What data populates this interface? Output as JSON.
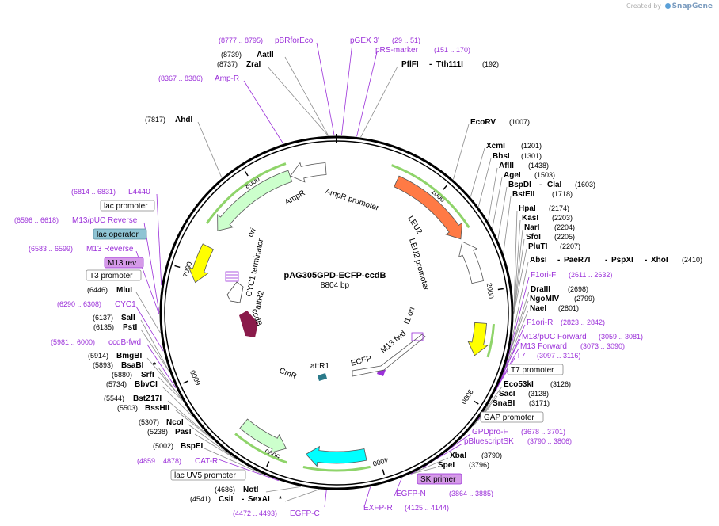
{
  "branding": {
    "created_by": "Created by",
    "logo": "SnapGene"
  },
  "plasmid": {
    "name": "pAG305GPD-ECFP-ccdB",
    "size_label": "8804 bp",
    "length": 8804
  },
  "ticks": [
    {
      "bp": 1000,
      "label": "1000"
    },
    {
      "bp": 2000,
      "label": "2000"
    },
    {
      "bp": 3000,
      "label": "3000"
    },
    {
      "bp": 4000,
      "label": "4000"
    },
    {
      "bp": 5000,
      "label": "5000"
    },
    {
      "bp": 6000,
      "label": "6000"
    },
    {
      "bp": 7000,
      "label": "7000"
    },
    {
      "bp": 8000,
      "label": "8000"
    }
  ],
  "features": [
    {
      "name": "AmpR promoter",
      "start": 8350,
      "end": 8700,
      "dir": -1,
      "color": "#ffffff"
    },
    {
      "name": "AmpR",
      "start": 7450,
      "end": 8345,
      "dir": -1,
      "color": "#ccffcc"
    },
    {
      "name": "ori",
      "start": 6900,
      "end": 7270,
      "dir": -1,
      "color": "#ffff00"
    },
    {
      "name": "LEU2",
      "start": 600,
      "end": 1450,
      "dir": 1,
      "color": "#ff7a45"
    },
    {
      "name": "LEU2 promoter",
      "start": 1480,
      "end": 1900,
      "dir": -1,
      "color": "#ffffff"
    },
    {
      "name": "f1 ori",
      "start": 2300,
      "end": 2620,
      "dir": 1,
      "color": "#ffff00"
    },
    {
      "name": "ECFP",
      "start": 4120,
      "end": 4700,
      "dir": 1,
      "color": "#00ffff"
    },
    {
      "name": "CmR",
      "start": 4900,
      "end": 5380,
      "dir": -1,
      "color": "#ccffcc"
    }
  ],
  "inner_features": [
    {
      "name": "attR1"
    },
    {
      "name": "ccdB"
    },
    {
      "name": "attR2"
    },
    {
      "name": "CYC1 terminator"
    },
    {
      "name": "M13 fwd"
    }
  ],
  "sites": [
    {
      "name": "AatII",
      "pos": "(8739)"
    },
    {
      "name": "ZraI",
      "pos": "(8737)"
    },
    {
      "name": "PflFI",
      "name2": "Tth111I",
      "pos": "(192)"
    },
    {
      "name": "AhdI",
      "pos": "(7817)"
    },
    {
      "name": "EcoRV",
      "pos": "(1007)"
    },
    {
      "name": "XcmI",
      "pos": "(1201)"
    },
    {
      "name": "BbsI",
      "pos": "(1301)"
    },
    {
      "name": "AflII",
      "pos": "(1438)"
    },
    {
      "name": "AgeI",
      "pos": "(1503)"
    },
    {
      "name": "BspDI",
      "name2": "ClaI",
      "pos": "(1603)"
    },
    {
      "name": "BstEII",
      "pos": "(1718)"
    },
    {
      "name": "HpaI",
      "pos": "(2174)"
    },
    {
      "name": "KasI",
      "pos": "(2203)"
    },
    {
      "name": "NarI",
      "pos": "(2204)"
    },
    {
      "name": "SfoI",
      "pos": "(2205)"
    },
    {
      "name": "PluTI",
      "pos": "(2207)"
    },
    {
      "name": "AbsI",
      "name2": "PaeR7I",
      "name3": "PspXI",
      "name4": "XhoI",
      "pos": "(2410)"
    },
    {
      "name": "DraIII",
      "pos": "(2698)"
    },
    {
      "name": "NgoMIV",
      "pos": "(2799)"
    },
    {
      "name": "NaeI",
      "pos": "(2801)"
    },
    {
      "name": "Eco53kI",
      "pos": "(3126)"
    },
    {
      "name": "SacI",
      "pos": "(3128)"
    },
    {
      "name": "SnaBI",
      "pos": "(3171)"
    },
    {
      "name": "XbaI",
      "pos": "(3790)"
    },
    {
      "name": "SpeI",
      "pos": "(3796)"
    },
    {
      "name": "NotI",
      "pos": "(4686)"
    },
    {
      "name": "CsiI",
      "name2": "SexAI",
      "star": "*",
      "pos": "(4541)"
    },
    {
      "name": "BspEI",
      "pos": "(5002)"
    },
    {
      "name": "PasI",
      "pos": "(5238)"
    },
    {
      "name": "NcoI",
      "pos": "(5307)"
    },
    {
      "name": "BssHII",
      "pos": "(5503)"
    },
    {
      "name": "BstZ17I",
      "pos": "(5544)"
    },
    {
      "name": "BbvCI",
      "pos": "(5734)"
    },
    {
      "name": "SrfI",
      "pos": "(5880)"
    },
    {
      "name": "BsaBI",
      "star": "*",
      "pos": "(5893)"
    },
    {
      "name": "BmgBI",
      "pos": "(5914)"
    },
    {
      "name": "PstI",
      "pos": "(6135)"
    },
    {
      "name": "SalI",
      "pos": "(6137)"
    },
    {
      "name": "MluI",
      "pos": "(6446)"
    }
  ],
  "primers": [
    {
      "name": "pBRforEco",
      "range": "(8777 .. 8795)"
    },
    {
      "name": "pGEX 3'",
      "range": "(29 .. 51)"
    },
    {
      "name": "pRS-marker",
      "range": "(151 .. 170)"
    },
    {
      "name": "Amp-R",
      "range": "(8367 .. 8386)"
    },
    {
      "name": "L4440",
      "range": "(6814 .. 6831)"
    },
    {
      "name": "M13/pUC Reverse",
      "range": "(6596 .. 6618)"
    },
    {
      "name": "M13 Reverse",
      "range": "(6583 .. 6599)"
    },
    {
      "name": "CYC1",
      "range": "(6290 .. 6308)"
    },
    {
      "name": "ccdB-fwd",
      "range": "(5981 .. 6000)"
    },
    {
      "name": "F1ori-F",
      "range": "(2611 .. 2632)"
    },
    {
      "name": "F1ori-R",
      "range": "(2823 .. 2842)"
    },
    {
      "name": "M13/pUC Forward",
      "range": "(3059 .. 3081)"
    },
    {
      "name": "M13 Forward",
      "range": "(3073 .. 3090)"
    },
    {
      "name": "T7",
      "range": "(3097 .. 3116)"
    },
    {
      "name": "GPDpro-F",
      "range": "(3678 .. 3701)"
    },
    {
      "name": "pBluescriptSK",
      "range": "(3790 .. 3806)"
    },
    {
      "name": "EGFP-N",
      "range": "(3864 .. 3885)"
    },
    {
      "name": "EXFP-R",
      "range": "(4125 .. 4144)"
    },
    {
      "name": "EGFP-C",
      "range": "(4472 .. 4493)"
    },
    {
      "name": "CAT-R",
      "range": "(4859 .. 4878)"
    }
  ],
  "boxes": [
    {
      "name": "lac promoter",
      "bg": "#ffffff"
    },
    {
      "name": "lac operator",
      "bg": "#8fc4d4"
    },
    {
      "name": "M13 rev",
      "bg": "#d59ae8"
    },
    {
      "name": "T3 promoter",
      "bg": "#ffffff"
    },
    {
      "name": "T7 promoter",
      "bg": "#ffffff"
    },
    {
      "name": "GAP promoter",
      "bg": "#ffffff"
    },
    {
      "name": "SK primer",
      "bg": "#d59ae8"
    },
    {
      "name": "lac UV5 promoter",
      "bg": "#ffffff"
    }
  ]
}
